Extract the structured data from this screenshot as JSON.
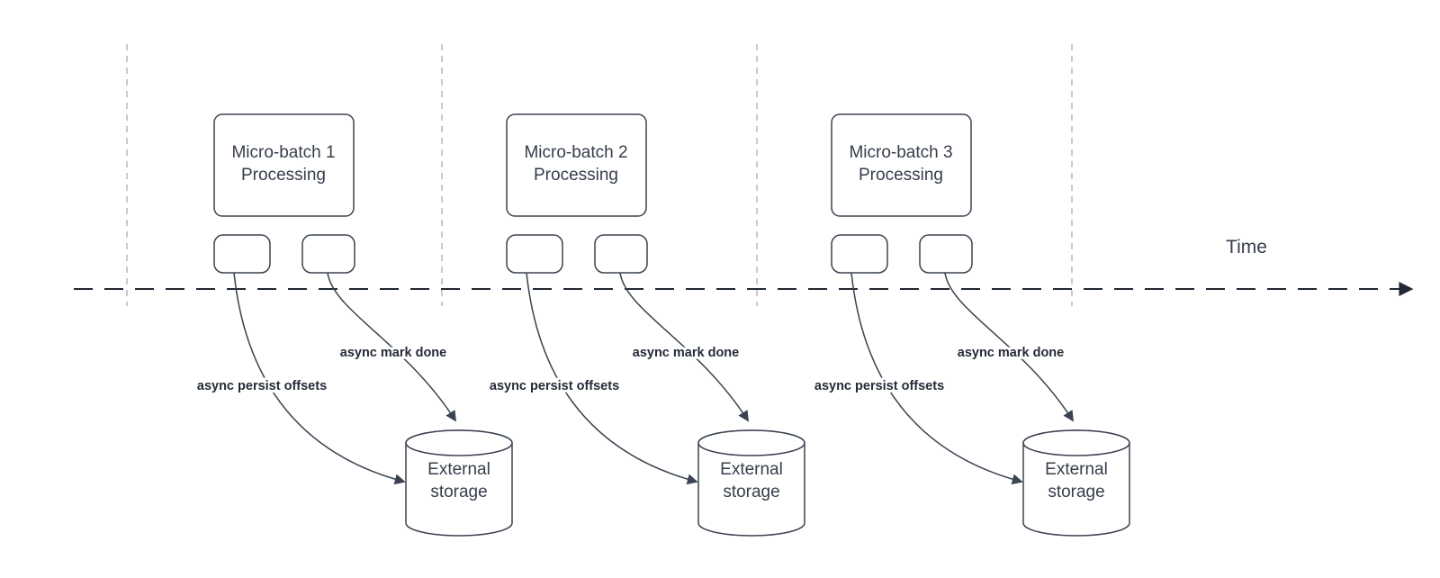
{
  "canvas": {
    "background": "#ffffff",
    "shape_stroke_color": "#3a4350",
    "text_color": "#363e4b",
    "edge_label_color": "#242c38",
    "gridline_color": "#b8b8b8",
    "timeline_color": "#222833"
  },
  "timeline": {
    "label": "Time"
  },
  "batches": [
    {
      "title": "Micro-batch 1",
      "subtitle": "Processing",
      "persist_label": "async persist offsets",
      "markdone_label": "async mark done",
      "storage_line1": "External",
      "storage_line2": "storage"
    },
    {
      "title": "Micro-batch 2",
      "subtitle": "Processing",
      "persist_label": "async persist offsets",
      "markdone_label": "async mark done",
      "storage_line1": "External",
      "storage_line2": "storage"
    },
    {
      "title": "Micro-batch 3",
      "subtitle": "Processing",
      "persist_label": "async persist offsets",
      "markdone_label": "async mark done",
      "storage_line1": "External",
      "storage_line2": "storage"
    }
  ]
}
